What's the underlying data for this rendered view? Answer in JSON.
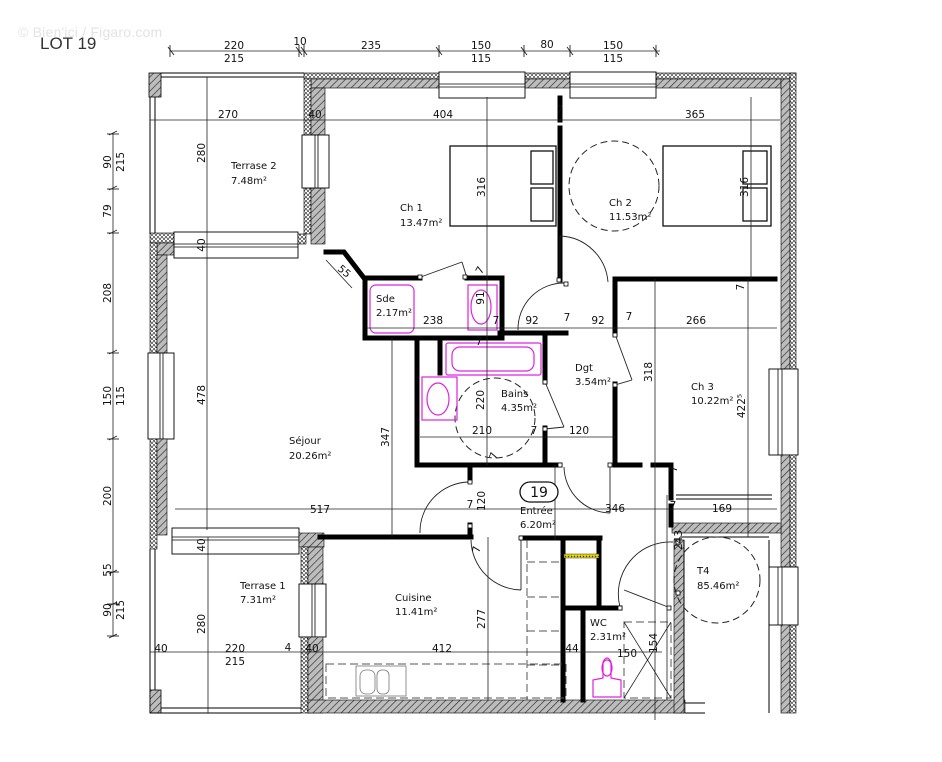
{
  "header": {
    "watermark": "© Bien'ici / Figaro.com",
    "lot_title": "LOT 19"
  },
  "badge": {
    "number": "19"
  },
  "rooms": {
    "terrase2": {
      "name": "Terrase 2",
      "area": "7.48m²"
    },
    "ch1": {
      "name": "Ch 1",
      "area": "13.47m²"
    },
    "ch2": {
      "name": "Ch 2",
      "area": "11.53m²"
    },
    "sde": {
      "name": "Sde",
      "area": "2.17m²"
    },
    "bains": {
      "name": "Bains",
      "area": "4.35m²"
    },
    "dgt": {
      "name": "Dgt",
      "area": "3.54m²"
    },
    "ch3": {
      "name": "Ch 3",
      "area": "10.22m²"
    },
    "sejour": {
      "name": "Séjour",
      "area": "20.26m²"
    },
    "entree": {
      "name": "Entrée",
      "area": "6.20m²"
    },
    "terrase1": {
      "name": "Terrase 1",
      "area": "7.31m²"
    },
    "cuisine": {
      "name": "Cuisine",
      "area": "11.41m²"
    },
    "wc": {
      "name": "WC",
      "area": "2.31m²"
    },
    "t4": {
      "name": "T4",
      "area": "85.46m²"
    }
  },
  "dimensions": {
    "top": {
      "d1_upper": "220",
      "d1_lower": "215",
      "d2": "10",
      "d3": "235",
      "d4_upper": "150",
      "d4_lower": "115",
      "d5": "80",
      "d6_upper": "150",
      "d6_lower": "115"
    },
    "left": {
      "a_upper": "90",
      "a_lower": "215",
      "b": "79",
      "c": "208",
      "d_upper": "150",
      "d_lower": "115",
      "e": "200",
      "f": "55",
      "g_upper": "90",
      "g_lower": "215"
    },
    "interior": {
      "terr2_width": "270",
      "terr2_wall": "40",
      "ch1_width": "404",
      "ch2_width": "365",
      "terr2_height": "280",
      "terr2_door": "40",
      "ch1_height": "316",
      "ch2_height": "316",
      "wall7_a": "7",
      "wall7_b": "7",
      "wall7_c": "7",
      "wall7_d": "7",
      "wall7_e": "7",
      "wall7_f": "7",
      "wall7_g": "7",
      "wall7_h": "7",
      "wall7_i": "7",
      "wall7_j": "7",
      "wall7_k": "7",
      "wall7_l": "7",
      "diag55": "55",
      "sde_238": "238",
      "sde_91": "91",
      "dgt_92a": "92",
      "dgt_92b": "92",
      "ch3_266": "266",
      "dgt_318": "318",
      "ch3_422": "422⁵",
      "sejour_478": "478",
      "sejour_347": "347",
      "bains_220": "220",
      "bains_210": "210",
      "dgt_120": "120",
      "sejour_517": "517",
      "entree_120": "120",
      "entree_346": "346",
      "ch3_169": "169",
      "entree_243": "243",
      "terr1_40_door": "40",
      "terr1_280": "280",
      "terr1_40a": "40",
      "terr1_220": "220",
      "terr1_215": "215",
      "terr1_4": "4",
      "terr1_40b": "40",
      "cuisine_412": "412",
      "cuisine_277": "277",
      "wc_44": "44",
      "wc_150": "150",
      "wc_154": "154"
    }
  },
  "colors": {
    "wall": "#000000",
    "hatch": "#555555",
    "sanitary": "#e020e0",
    "duct": "#e6d800"
  }
}
